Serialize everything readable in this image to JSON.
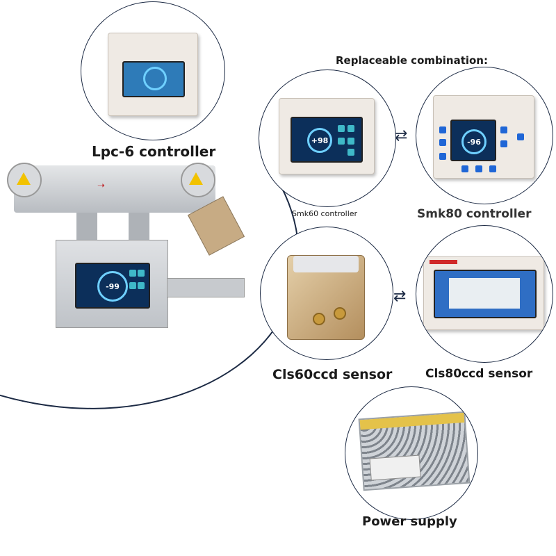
{
  "header": {
    "replaceable_label": "Replaceable combination:"
  },
  "products": {
    "lpc6": {
      "label": "Lpc-6 controller",
      "screen_value": ""
    },
    "smk60": {
      "label": "Smk60 controller",
      "screen_value": "+98"
    },
    "smk80": {
      "label": "Smk80 controller",
      "screen_value": "-96"
    },
    "cls60": {
      "label": "Cls60ccd sensor"
    },
    "cls80": {
      "label": "Cls80ccd sensor"
    },
    "power": {
      "label": "Power supply"
    },
    "main_unit": {
      "screen_value": "-99"
    }
  },
  "icons": {
    "swap": "swap-arrows-icon",
    "warning": "warning-triangle-icon"
  },
  "colors": {
    "outline": "#1c2a44",
    "screen_blue": "#0c2f5a",
    "gold": "#c9a779",
    "silver": "#c9ccd1"
  }
}
